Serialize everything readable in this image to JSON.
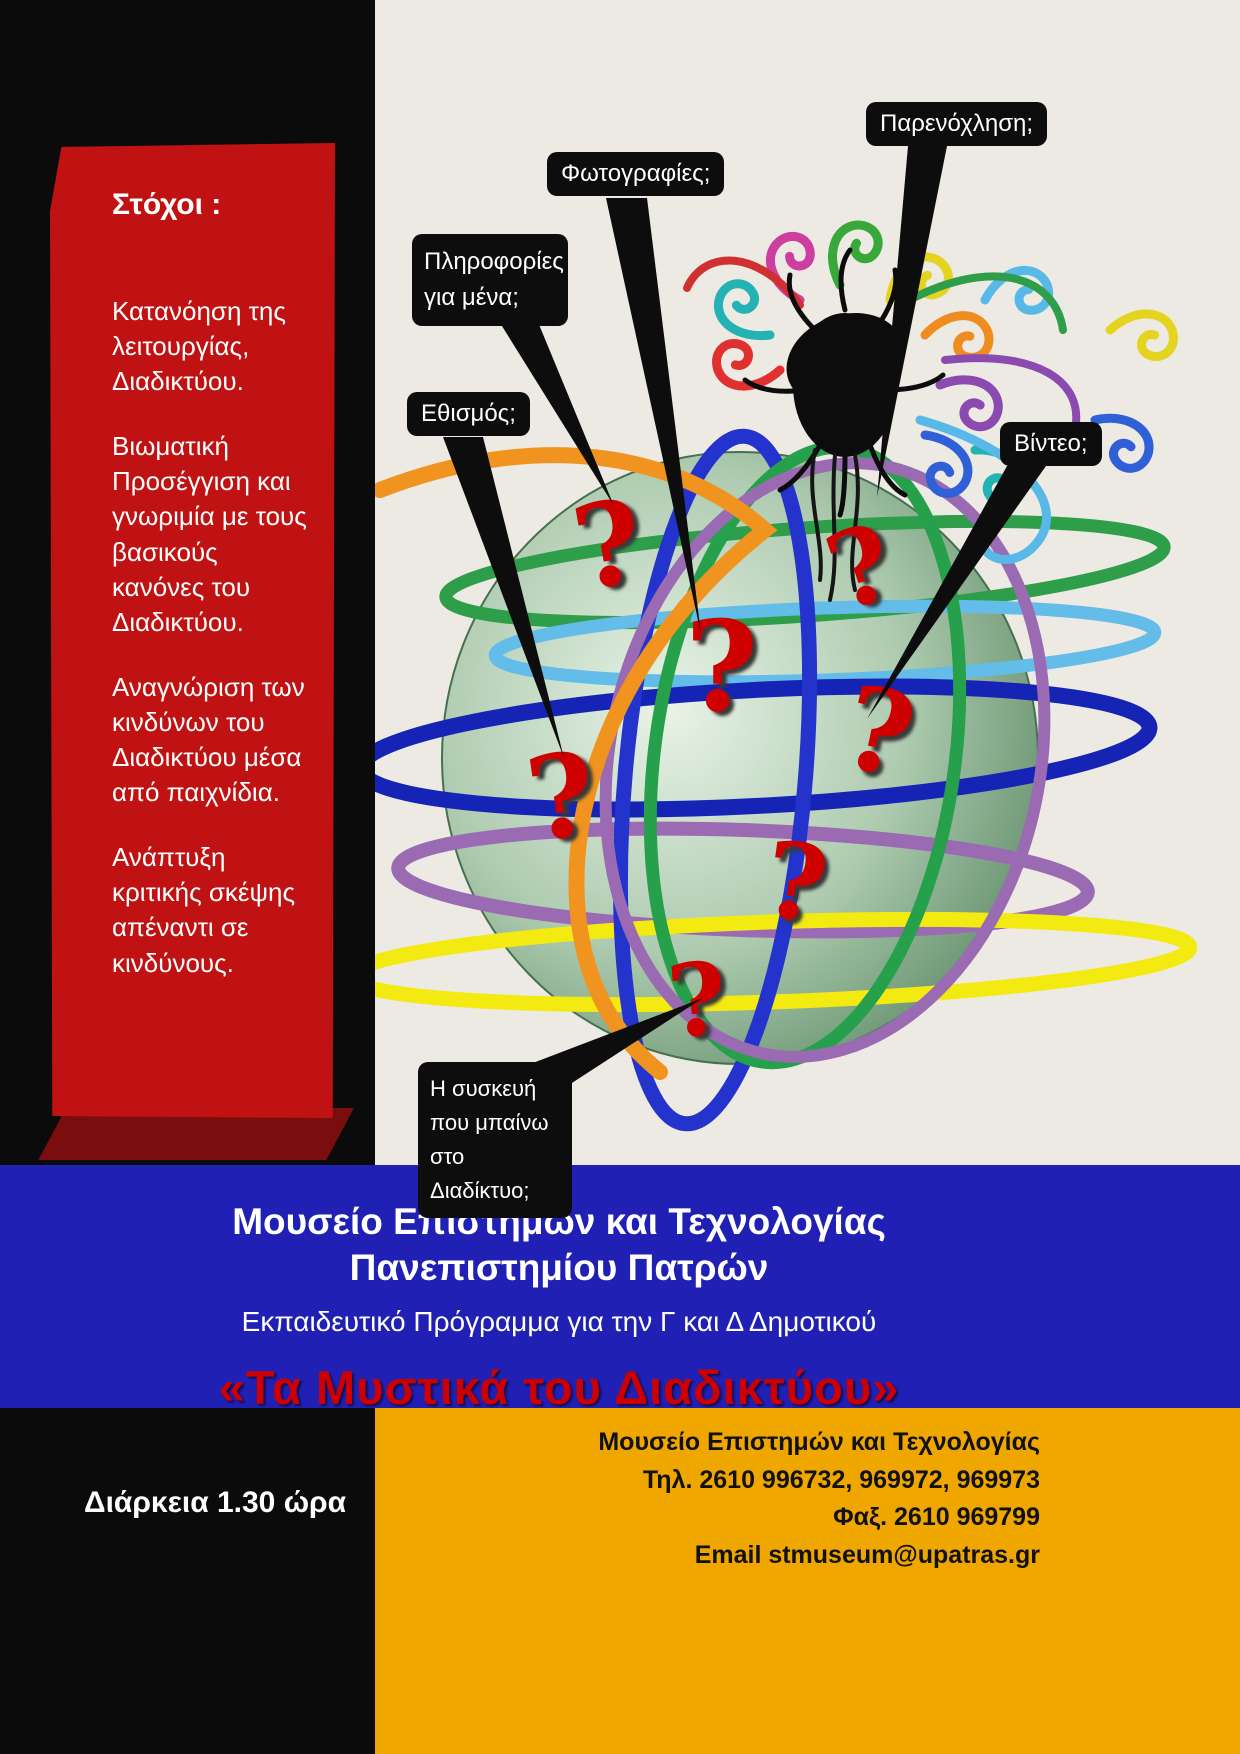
{
  "goals": {
    "title": "Στόχοι :",
    "items": [
      "Κατανόηση της λειτουργίας, Διαδικτύου.",
      "Βιωματική Προσέγγιση και γνωριμία με τους βασικούς κανόνες του Διαδικτύου.",
      "Αναγνώριση των  κινδύνων του Διαδικτύου μέσα από παιχνίδια.",
      "Ανάπτυξη κριτικής σκέψης απέναντι σε κινδύνους."
    ]
  },
  "callouts": [
    {
      "id": "harassment",
      "label": "Παρενόχληση;"
    },
    {
      "id": "photos",
      "label": "Φωτογραφίες;"
    },
    {
      "id": "personal-info",
      "label": "Πληροφορίες για μένα;"
    },
    {
      "id": "addiction",
      "label": "Εθισμός;"
    },
    {
      "id": "video",
      "label": "Βίντεο;"
    },
    {
      "id": "device",
      "label": "Η συσκευή που μπαίνω  στο Διαδίκτυο;"
    }
  ],
  "art": {
    "question_mark": "?",
    "globe": "internet-globe-illustration",
    "monster": "internet-monster-illustration"
  },
  "banner": {
    "line1": "Μουσείο  Επιστημών και Τεχνολογίας",
    "line2": "Πανεπιστημίου Πατρών",
    "line3": "Εκπαιδευτικό Πρόγραμμα για την Γ και Δ Δημοτικού",
    "title": "«Τα Μυστικά του Διαδικτύου»"
  },
  "footer": {
    "duration": "Διάρκεια  1.30 ώρα",
    "contact": [
      "Μουσείο Επιστημών και Τεχνολογίας",
      "Τηλ. 2610 996732, 969972, 969973",
      "Φαξ. 2610 969799",
      "Email stmuseum@upatras.gr"
    ]
  },
  "colors": {
    "panel_red": "#c01212",
    "band_blue": "#2020b4",
    "footer_orange": "#efa700",
    "bubble_black": "#0d0d0d",
    "question_red": "#cf0000",
    "background_cream": "#edeae3"
  }
}
